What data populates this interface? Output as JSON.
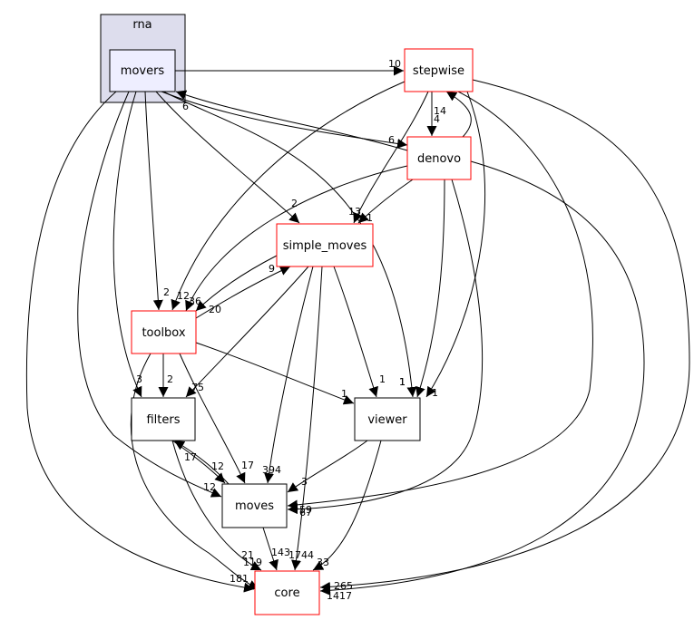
{
  "colors": {
    "cluster_fill": "#dddded",
    "cluster_stroke": "#000000",
    "focus_fill": "#eeeeff",
    "focus_stroke": "#000000",
    "external_stroke": "#ff0000",
    "internal_stroke": "#000000",
    "node_fill": "#ffffff",
    "edge": "#000000"
  },
  "cluster": {
    "label": "rna"
  },
  "nodes": {
    "movers": {
      "label": "movers",
      "kind": "focus"
    },
    "stepwise": {
      "label": "stepwise",
      "kind": "external"
    },
    "denovo": {
      "label": "denovo",
      "kind": "external"
    },
    "simple_moves": {
      "label": "simple_moves",
      "kind": "external"
    },
    "toolbox": {
      "label": "toolbox",
      "kind": "external"
    },
    "filters": {
      "label": "filters",
      "kind": "internal"
    },
    "viewer": {
      "label": "viewer",
      "kind": "internal"
    },
    "moves": {
      "label": "moves",
      "kind": "internal"
    },
    "core": {
      "label": "core",
      "kind": "external"
    }
  },
  "edges": [
    {
      "from": "movers",
      "to": "stepwise",
      "label": "10"
    },
    {
      "from": "movers",
      "to": "denovo",
      "label": "6"
    },
    {
      "from": "movers",
      "to": "simple_moves",
      "label": "2"
    },
    {
      "from": "movers",
      "to": "toolbox",
      "label": "2"
    },
    {
      "from": "movers",
      "to": "filters",
      "label": "3"
    },
    {
      "from": "movers",
      "to": "viewer",
      "label": "1"
    },
    {
      "from": "movers",
      "to": "moves",
      "label": "12"
    },
    {
      "from": "movers",
      "to": "core",
      "label": "181"
    },
    {
      "from": "stepwise",
      "to": "denovo",
      "label": "4"
    },
    {
      "from": "stepwise",
      "to": "simple_moves",
      "label": "13"
    },
    {
      "from": "stepwise",
      "to": "toolbox",
      "label": "12"
    },
    {
      "from": "stepwise",
      "to": "viewer",
      "label": "1"
    },
    {
      "from": "stepwise",
      "to": "moves",
      "label": "59"
    },
    {
      "from": "stepwise",
      "to": "core",
      "label": "265"
    },
    {
      "from": "denovo",
      "to": "movers",
      "label": "6"
    },
    {
      "from": "denovo",
      "to": "stepwise",
      "label": "14"
    },
    {
      "from": "denovo",
      "to": "simple_moves",
      "label": "1"
    },
    {
      "from": "denovo",
      "to": "toolbox",
      "label": "36"
    },
    {
      "from": "denovo",
      "to": "viewer",
      "label": "1"
    },
    {
      "from": "denovo",
      "to": "moves",
      "label": "67"
    },
    {
      "from": "denovo",
      "to": "core",
      "label": "1417"
    },
    {
      "from": "simple_moves",
      "to": "toolbox",
      "label": "20"
    },
    {
      "from": "simple_moves",
      "to": "filters",
      "label": "75"
    },
    {
      "from": "simple_moves",
      "to": "viewer",
      "label": "1"
    },
    {
      "from": "simple_moves",
      "to": "moves",
      "label": "394"
    },
    {
      "from": "simple_moves",
      "to": "core",
      "label": "1744"
    },
    {
      "from": "toolbox",
      "to": "simple_moves",
      "label": "9"
    },
    {
      "from": "toolbox",
      "to": "filters",
      "label": "2"
    },
    {
      "from": "toolbox",
      "to": "viewer",
      "label": "1"
    },
    {
      "from": "toolbox",
      "to": "moves",
      "label": "17"
    },
    {
      "from": "toolbox",
      "to": "core",
      "label": "119"
    },
    {
      "from": "filters",
      "to": "moves",
      "label": "12"
    },
    {
      "from": "filters",
      "to": "core",
      "label": "21"
    },
    {
      "from": "viewer",
      "to": "moves",
      "label": "3"
    },
    {
      "from": "viewer",
      "to": "core",
      "label": "33"
    },
    {
      "from": "moves",
      "to": "filters",
      "label": "17"
    },
    {
      "from": "moves",
      "to": "core",
      "label": "143"
    }
  ]
}
